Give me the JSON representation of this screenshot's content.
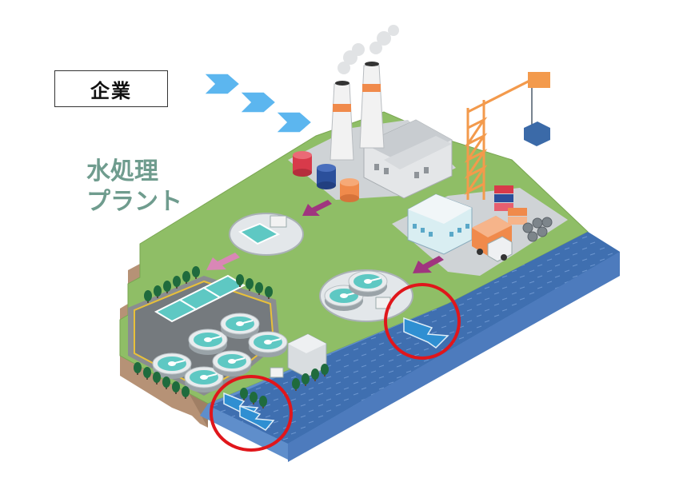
{
  "labels": {
    "company": "企業",
    "plant_line1": "水処理",
    "plant_line2": "プラント"
  },
  "colors": {
    "ground": "#8fbe66",
    "ground_edge": "#b69276",
    "river": "#3f6fb0",
    "river_edge": "#5f8ecb",
    "pavement": "#cfd3d6",
    "magenta_arrow": "#a0357f",
    "pink_arrow": "#d987b6",
    "blue_arrow": "#2f8fd2",
    "highlight_circle": "#e0161b",
    "crane": "#f39a4c",
    "title_green": "#6f9c8e"
  },
  "icons": [
    "factory-icon",
    "smokestack-icon",
    "crane-icon",
    "tank-icon",
    "office-building-icon",
    "truck-icon",
    "container-stack-icon",
    "pipe-bundle-icon",
    "clarifier-tank-icon",
    "tree-icon",
    "flow-arrow-icon",
    "highlight-circle-icon"
  ]
}
